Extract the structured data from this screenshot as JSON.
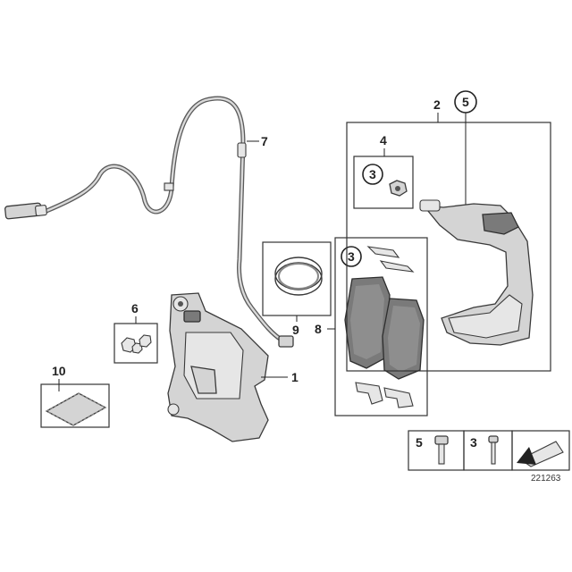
{
  "callouts": {
    "c1": "1",
    "c2": "2",
    "c3_nut": "3",
    "c3_clips": "3",
    "c4": "4",
    "c5_carrier": "5",
    "c6": "6",
    "c7": "7",
    "c8": "8",
    "c9": "9",
    "c10": "10"
  },
  "legend": {
    "bolt_5": "5",
    "bolt_3": "3"
  },
  "diagram_id": "221263"
}
